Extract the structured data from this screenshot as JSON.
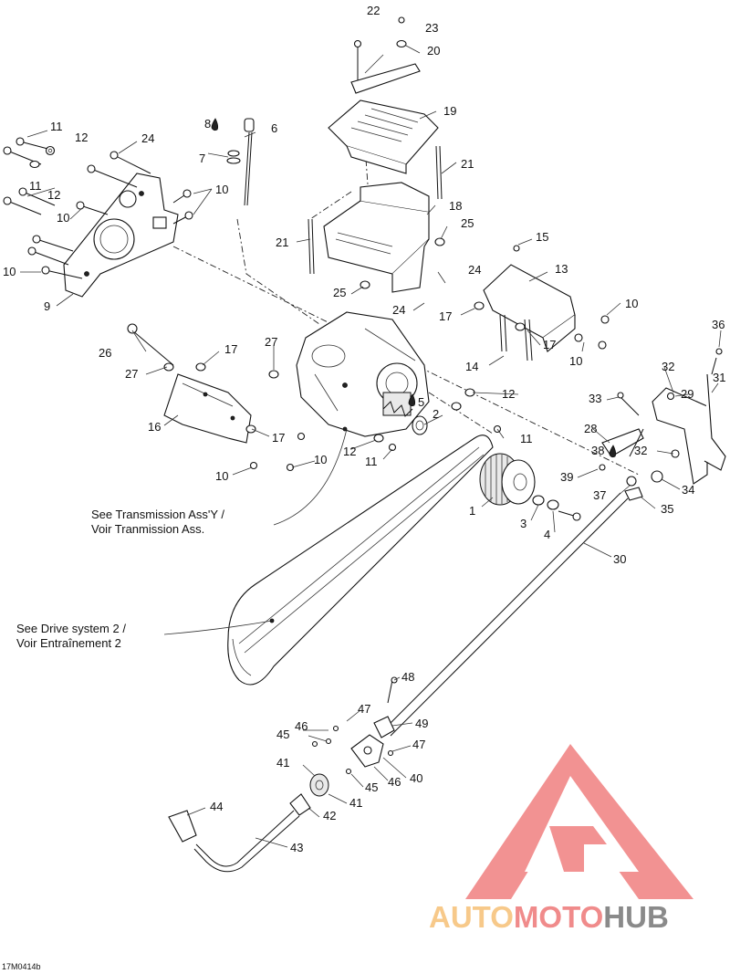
{
  "part_numbers": {
    "p1": "1",
    "p2": "2",
    "p3": "3",
    "p4": "4",
    "p5": "5",
    "p6": "6",
    "p7": "7",
    "p8": "8",
    "p9": "9",
    "p10": "10",
    "p11": "11",
    "p12": "12",
    "p13": "13",
    "p14": "14",
    "p15": "15",
    "p16": "16",
    "p17": "17",
    "p18": "18",
    "p19": "19",
    "p20": "20",
    "p21": "21",
    "p22": "22",
    "p23": "23",
    "p24": "24",
    "p25": "25",
    "p26": "26",
    "p27": "27",
    "p28": "28",
    "p29": "29",
    "p30": "30",
    "p31": "31",
    "p32": "32",
    "p33": "33",
    "p34": "34",
    "p35": "35",
    "p36": "36",
    "p37": "37",
    "p38": "38",
    "p39": "39",
    "p40": "40",
    "p41": "41",
    "p42": "42",
    "p43": "43",
    "p44": "44",
    "p45": "45",
    "p46": "46",
    "p47": "47",
    "p48": "48",
    "p49": "49"
  },
  "notes": {
    "transmission_line1": "See Transmission Ass'Y /",
    "transmission_line2": "Voir Tranmission Ass.",
    "drive_line1": "See Drive system 2 /",
    "drive_line2": "Voir Entraînement 2"
  },
  "figure_code": "17M0414b",
  "watermark": {
    "part1": "AUTO",
    "part2": "MOTO",
    "part3": "HUB",
    "color1": "#f7c98a",
    "color2": "#f08b8b",
    "color3": "#8a8a8a",
    "logo_color": "#f08080"
  }
}
